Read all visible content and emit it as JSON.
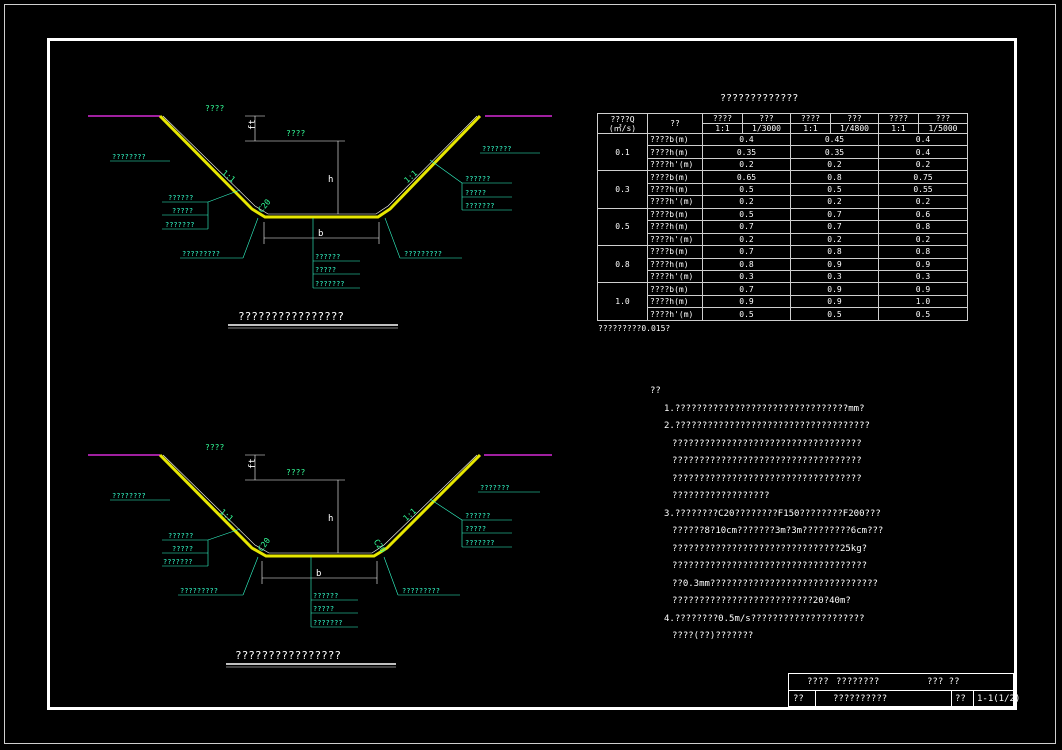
{
  "sections": [
    {
      "title": "????????????????",
      "labels": {
        "water_left": "????",
        "water_mid": "????",
        "freeboard": "ft",
        "depth": "h",
        "bottom": "b",
        "slope_left": "1:1",
        "slope_right": "1:1",
        "lining": "C20",
        "left_ground": "????????",
        "right_ground": "???????",
        "right_notes": [
          "??????",
          "?????",
          "???????"
        ],
        "left_notes": [
          "??????",
          "?????",
          "???????"
        ],
        "bottom_left_callout": "?????????",
        "bottom_right_callout": "?????????",
        "bottom_notes": [
          "??????",
          "?????",
          "???????"
        ]
      }
    },
    {
      "title": "????????????????",
      "labels": {
        "water_left": "????",
        "water_mid": "????",
        "freeboard": "ft",
        "depth": "h",
        "bottom": "b",
        "slope_left": "1:1",
        "slope_right": "1:1",
        "lining": "C20",
        "lining_right": "C20",
        "left_ground": "????????",
        "right_ground": "???????",
        "right_notes": [
          "??????",
          "?????",
          "???????"
        ],
        "left_notes": [
          "??????",
          "?????",
          "???????"
        ],
        "bottom_left_callout": "?????????",
        "bottom_right_callout": "?????????",
        "bottom_notes": [
          "??????",
          "?????",
          "???????"
        ]
      }
    }
  ],
  "table": {
    "title": "?????????????",
    "header1": [
      "????Q\n(㎡/s)",
      "??",
      "????",
      "???",
      "????",
      "???",
      "????",
      "???"
    ],
    "header2": [
      "1:1",
      "1/3000",
      "1:1",
      "1/4800",
      "1:1",
      "1/5000"
    ],
    "groups": [
      {
        "q": "0.1",
        "rows": [
          {
            "param": "????b(m)",
            "v": [
              "0.4",
              "0.45",
              "0.4"
            ]
          },
          {
            "param": "????h(m)",
            "v": [
              "0.35",
              "0.35",
              "0.4"
            ]
          },
          {
            "param": "????h'(m)",
            "v": [
              "0.2",
              "0.2",
              "0.2"
            ]
          }
        ]
      },
      {
        "q": "0.3",
        "rows": [
          {
            "param": "????b(m)",
            "v": [
              "0.65",
              "0.8",
              "0.75"
            ]
          },
          {
            "param": "????h(m)",
            "v": [
              "0.5",
              "0.5",
              "0.55"
            ]
          },
          {
            "param": "????h'(m)",
            "v": [
              "0.2",
              "0.2",
              "0.2"
            ]
          }
        ]
      },
      {
        "q": "0.5",
        "rows": [
          {
            "param": "????b(m)",
            "v": [
              "0.5",
              "0.7",
              "0.6"
            ]
          },
          {
            "param": "????h(m)",
            "v": [
              "0.7",
              "0.7",
              "0.8"
            ]
          },
          {
            "param": "????h'(m)",
            "v": [
              "0.2",
              "0.2",
              "0.2"
            ]
          }
        ]
      },
      {
        "q": "0.8",
        "rows": [
          {
            "param": "????b(m)",
            "v": [
              "0.7",
              "0.8",
              "0.8"
            ]
          },
          {
            "param": "????h(m)",
            "v": [
              "0.8",
              "0.9",
              "0.9"
            ]
          },
          {
            "param": "????h'(m)",
            "v": [
              "0.3",
              "0.3",
              "0.3"
            ]
          }
        ]
      },
      {
        "q": "1.0",
        "rows": [
          {
            "param": "????b(m)",
            "v": [
              "0.7",
              "0.9",
              "0.9"
            ]
          },
          {
            "param": "????h(m)",
            "v": [
              "0.9",
              "0.9",
              "1.0"
            ]
          },
          {
            "param": "????h'(m)",
            "v": [
              "0.5",
              "0.5",
              "0.5"
            ]
          }
        ]
      }
    ],
    "note": "?????????0.015?"
  },
  "notes": {
    "heading": "??",
    "lines": [
      {
        "cls": "",
        "text": "1.????????????????????????????????mm?"
      },
      {
        "cls": "",
        "text": "2.????????????????????????????????????"
      },
      {
        "cls": "ind",
        "text": "???????????????????????????????????"
      },
      {
        "cls": "ind",
        "text": "???????????????????????????????????"
      },
      {
        "cls": "ind",
        "text": "???????????????????????????????????"
      },
      {
        "cls": "ind",
        "text": "??????????????????"
      },
      {
        "cls": "",
        "text": "3.????????C20????????F150????????F200???"
      },
      {
        "cls": "ind",
        "text": "??????8?10cm???????3m?3m?????????6cm???"
      },
      {
        "cls": "ind",
        "text": "???????????????????????????????25kg?"
      },
      {
        "cls": "ind",
        "text": "????????????????????????????????????"
      },
      {
        "cls": "ind",
        "text": "??0.3mm???????????????????????????????"
      },
      {
        "cls": "ind",
        "text": "??????????????????????????20?40m?"
      },
      {
        "cls": "",
        "text": "4.????????0.5m/s?????????????????????"
      },
      {
        "cls": "ind",
        "text": "????(??)???????"
      }
    ]
  },
  "title_block": {
    "r1_a": "????",
    "r1_b": "????????",
    "r1_c": "??? ??",
    "r2_a": "??",
    "r2_b": "??????????",
    "r2_c": "??",
    "r2_d": "1-1(1/2)"
  }
}
